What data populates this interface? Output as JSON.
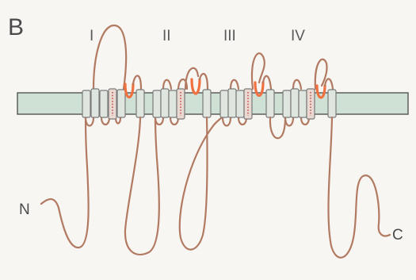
{
  "figure": {
    "panel_letter": "B",
    "domains": [
      "I",
      "II",
      "III",
      "IV"
    ],
    "n_terminus": "N",
    "c_terminus": "C"
  },
  "colors": {
    "background": "#f7f6f2",
    "membrane_fill": "#cfe0d4",
    "chain": "#b27a62",
    "pore_loop": "#f07040",
    "helix_fill": "#dfe6e0",
    "s4_fill": "#ead9d2"
  }
}
